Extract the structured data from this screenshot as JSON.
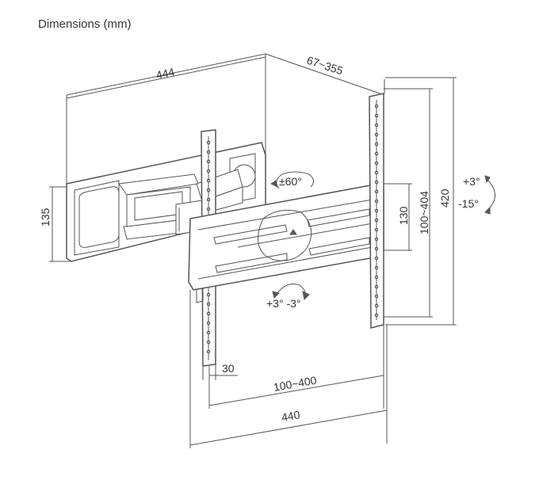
{
  "title": "Dimensions (mm)",
  "dimensions": {
    "arm_length": "444",
    "depth": "67~355",
    "plate_height": "135",
    "swivel": "±60°",
    "tilt_up": "+3°",
    "tilt_down": "-15°",
    "rotation": "+3° -3°",
    "hole_spacing_vertical_short": "130",
    "vesa_vertical": "100~404",
    "total_height": "420",
    "offset": "30",
    "vesa_horizontal": "100~400",
    "total_width": "440"
  },
  "colors": {
    "line": "#555555",
    "text": "#333333",
    "fill": "#ffffff"
  }
}
